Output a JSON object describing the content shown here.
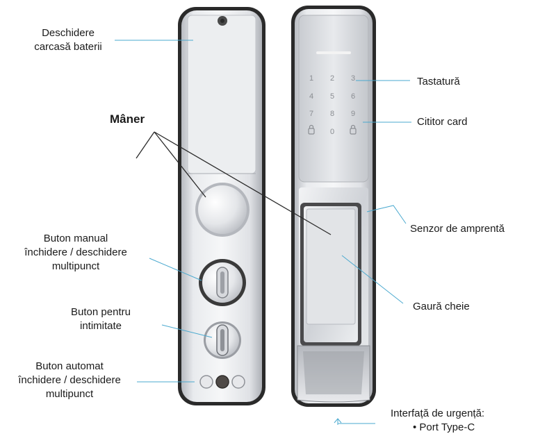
{
  "labels": {
    "battery_cover": [
      "Deschidere",
      "carcasă baterii"
    ],
    "handle": "Mâner",
    "manual_button": [
      "Buton manual",
      "închidere / deschidere",
      "multipunct"
    ],
    "privacy_button": [
      "Buton pentru",
      "intimitate"
    ],
    "auto_button": [
      "Buton automat",
      "închidere / deschidere",
      "multipunct"
    ],
    "keypad": "Tastatură",
    "card_reader": "Cititor card",
    "fingerprint": "Senzor de amprentă",
    "keyhole": "Gaură cheie",
    "emergency": [
      "Interfață de urgență:",
      "• Port Type-C"
    ]
  },
  "keypad_keys": [
    "1",
    "2",
    "3",
    "4",
    "5",
    "6",
    "7",
    "8",
    "9",
    "",
    "0",
    ""
  ],
  "colors": {
    "leader_line": "#4aa9cf",
    "body_dark": "#2b2b2b",
    "steel_light": "#e4e6ea",
    "steel_mid": "#c7cad0",
    "key_glyph": "#8a8d92",
    "text": "#1a1a1a"
  }
}
